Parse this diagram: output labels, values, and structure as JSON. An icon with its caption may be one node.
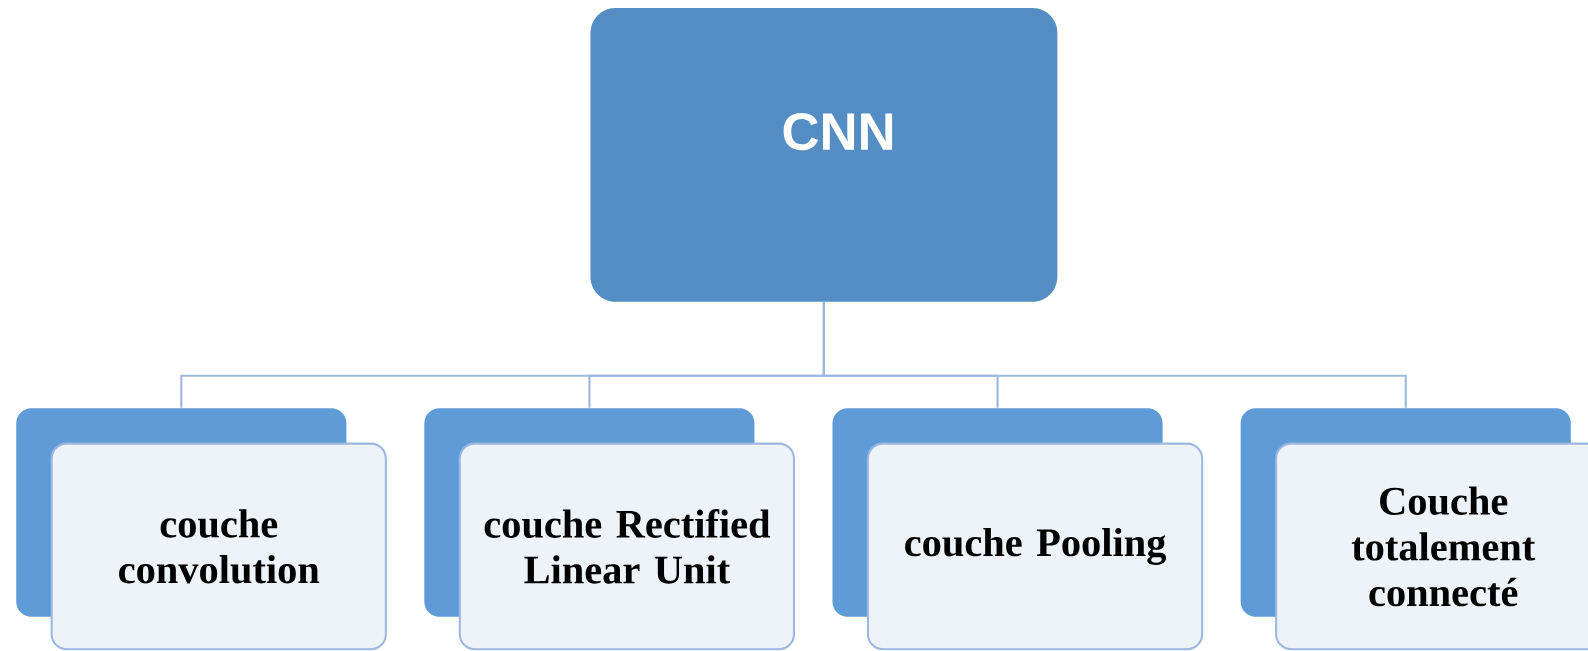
{
  "diagram": {
    "nodes": [
      {
        "text": [
          "CNN"
        ]
      },
      {
        "text": [
          "couche convolution"
        ]
      },
      {
        "text": [
          "couche Rectified Linear Unit"
        ]
      },
      {
        "text": [
          "couche Pooling"
        ]
      },
      {
        "text": [
          "Couche totalement connecté"
        ]
      }
    ],
    "edges": [
      {
        "from": 0,
        "to": 1,
        "arrow": "none"
      },
      {
        "from": 0,
        "to": 2,
        "arrow": "none"
      },
      {
        "from": 0,
        "to": 3,
        "arrow": "none"
      },
      {
        "from": 0,
        "to": 4,
        "arrow": "none"
      }
    ]
  }
}
